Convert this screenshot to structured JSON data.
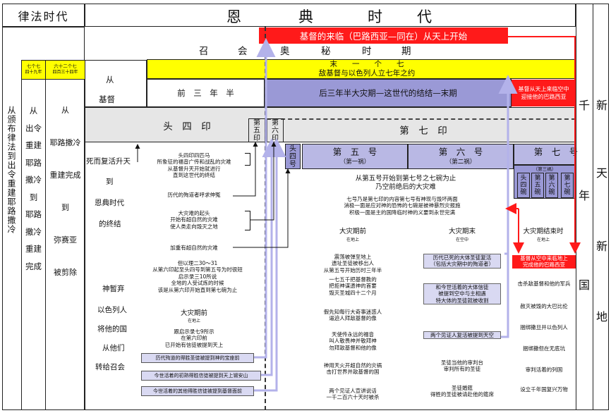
{
  "header": {
    "law_title": "律法时代",
    "grace_title": [
      "恩",
      "典",
      "时",
      "代"
    ],
    "millennium_title": [
      "千",
      "新",
      "天",
      "年",
      "新",
      "国",
      "地"
    ]
  },
  "banners": {
    "christ_coming": "基督的来临（巴路西亚—同在）从天上开始",
    "rapture_mystery": [
      "召",
      "会",
      "奥",
      "秘",
      "时",
      "期"
    ],
    "last_seven": "末　　一　　个　　七",
    "covenant": "敌基督与以色列人立七年之约",
    "first_half": "前　三　年　半",
    "tribulation": "后三年半大灾期—这世代的结结—末期",
    "christ_to_earth": "基督从天上来临空中　迎接他的巴路西亚",
    "from_christ": [
      "从",
      "基督"
    ],
    "four_seals": "头　四　印",
    "fifth_seal": "第五印",
    "sixth_seal": "第六印",
    "seventh_seal": "第　七　印",
    "first_four_trumpets": "头四号",
    "fifth_trumpet": "第　五　号",
    "fifth_trumpet_woe": "（第一祸）",
    "sixth_trumpet": "第　六　号",
    "sixth_trumpet_woe": "（第二祸）",
    "seventh_trumpet": "第　七　号",
    "third_woe": "（第三祸）",
    "bowls": [
      "头四碗",
      "第五碗",
      "第六碗",
      "第七碗"
    ]
  },
  "left_column": {
    "daniel_vertical": "从颁布律法到出令重建耶路撒冷",
    "seventy_sevens_a": "七个七",
    "seventy_sevens_a2": "四十九年",
    "seventy_sevens_b": "六十二个七",
    "seventy_sevens_b2": "四百三十四年",
    "decree_column": [
      "从",
      "出令",
      "重建",
      "耶路",
      "撒冷",
      "到",
      "耶路",
      "撒冷",
      "重建",
      "完成"
    ],
    "rebuild_column": [
      "从",
      "耶路撒冷",
      "重建完成",
      "到",
      "弥赛亚",
      "被剪除"
    ]
  },
  "grace_side": {
    "resurrection": [
      "死而复活升天",
      "到",
      "恩典时代",
      "的终结"
    ],
    "israel": [
      "神暂弃",
      "以色列人",
      "将他的国",
      "从他们",
      "转给召会"
    ]
  },
  "middle_notes": {
    "note1": "头四印四匹马\n所象征的福音广传和战乱的灾难\n从基督升天开始就进行\n直到这世代的终结",
    "note2": "历代的殉道者呼求伸冤",
    "note3": "大灾难的起头\n开始有超自然的灾难\n使人类走向毁灭之地",
    "note4": "加重有超自然的灾难",
    "note5": "但以理二30～31\n从第六印起至头四号到第五号为时很短\n启示录三10所说\n全地的人受试炼的时候\n该是从第六印开始直到第七碗为止",
    "pre_trib_title": "大灾期前",
    "pre_trib_sub": "在地上",
    "note6": "跟启示录七9所示\n在第六印前\n已开始有信徒被提到天上",
    "rapture1": "历代殉道的得胜圣徒被提到神的宝座前",
    "rapture2": "今世活着的初熟得胜信徒被提到天上锡安山",
    "rapture3": "今世活着的其他得胜信徒被提到基督面前"
  },
  "right_notes": {
    "bowls_intro": "从第五号开始到第七号之七碗为止\n乃空前绝后的大灾难",
    "seven_trumpets": "七号乃是第七印的内容第七号有神现与毁坏两面\n消极一面是应对神的恐怖的七碗是被神暴烈灾报施\n积极一面是主的国降临时神的义要到永世完满",
    "col_pre": "大灾期前",
    "col_pre_sub": "在地上",
    "col_mid": "大灾期末",
    "col_mid_sub": "在空中",
    "col_end": "大灾期结束时",
    "col_end_sub": "在地上",
    "pre_items": [
      "震荡被弹至地上\n遗址圣徒被移出人\n从第五号开始历时三年半",
      "一七五千把基督教的\n把拒神谋遗神的首要\n毁灭圣城四十二个月",
      "假先知每行大奇事迷惑人\n逼迫人拜敌基督的像",
      "天使传永远的福音\n叫人敬畏神并敬拜神\n勿拜敌基督和他的像",
      "神用天火开超自然的灾祸\n击打世界并敌基督的国",
      "两个见证人宣讲说话\n一千二百六十天时被杀"
    ],
    "mid_items": [
      "历代已死的大体圣徒复活\n（包括大灾期中的殉道者）",
      "和今世活着的大体信徒\n被提到空中与主相遇\n特大体的圣徒就被收割",
      "两个见证人复活被提到天空",
      "圣徒当他的审判台\n审判所有的圣徒",
      "圣徒婚筵\n得胜的圣徒被请赴他的筵席"
    ],
    "end_items": [
      "基督从空中来临地上\n完成他的巴路西亚",
      "击杀敌基督和他的军兵",
      "赦灭被毁的大巴比伦",
      "捆绑撒旦并以色列人",
      "捆绑撒但在无底坑",
      "审判活着的列国",
      "设立千年国复兴万物"
    ]
  },
  "colors": {
    "red": "#ff1a1a",
    "yellow": "#ffff00",
    "lavender": "#9a99d6",
    "arrow_lavender": "#b3b2ea"
  }
}
